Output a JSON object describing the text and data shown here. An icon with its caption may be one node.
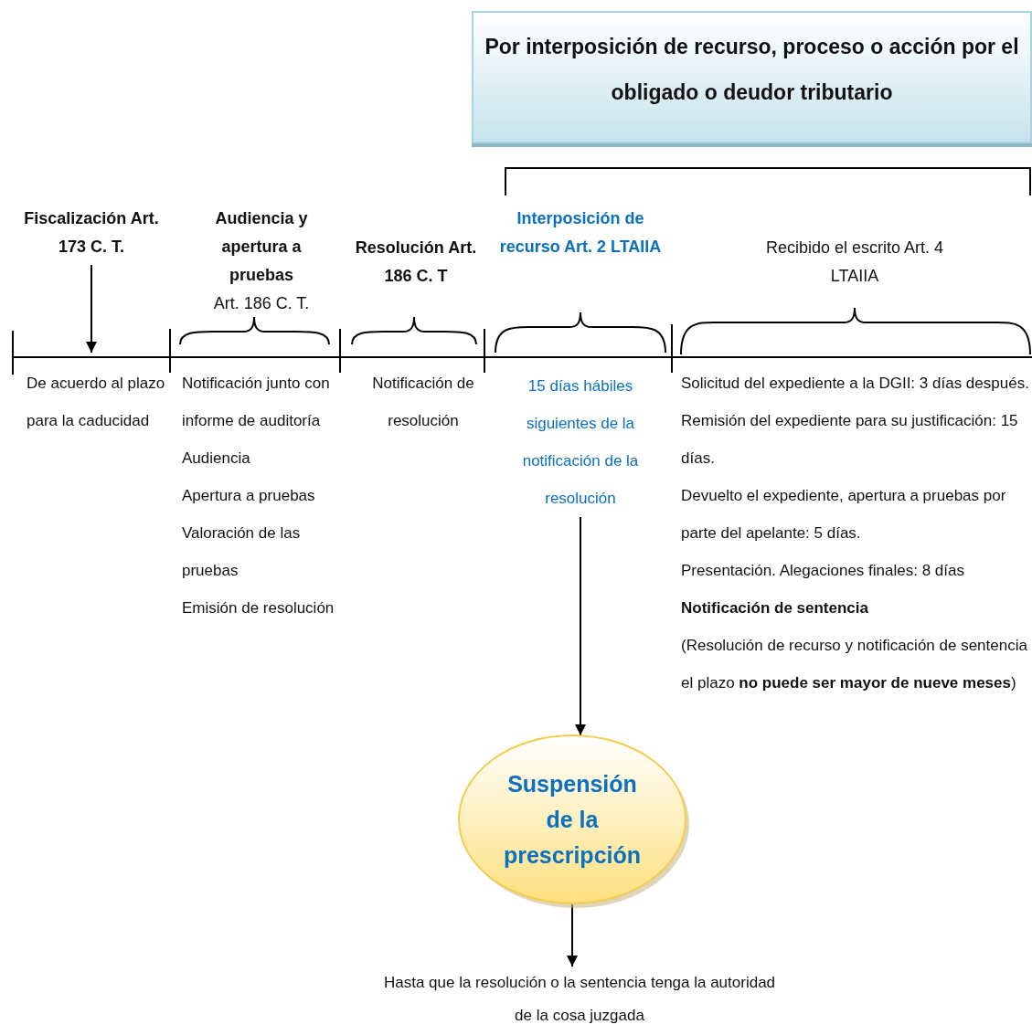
{
  "diagram": {
    "nodes": [
      {
        "text": [
          "Por interposición de recurso, proceso o acción por el obligado o deudor tributario"
        ]
      },
      {
        "text": [
          "Fiscalización Art. 173 C. T."
        ]
      },
      {
        "text": [
          "15 días hábiles siguientes de la notificación de la resolución"
        ]
      },
      {
        "text": [
          "Suspensión de la prescripción"
        ]
      },
      {
        "text": [
          "Hasta que la resolución o la sentencia tenga la autoridad de la cosa juzgada"
        ]
      }
    ],
    "edges": [
      {
        "from": 1,
        "to": null,
        "arrow": "to"
      },
      {
        "from": 2,
        "to": 3,
        "arrow": "to"
      },
      {
        "from": 3,
        "to": 4,
        "arrow": "to"
      }
    ],
    "labels": [
      "Audiencia y apertura a pruebas",
      "Art. 186 C. T.",
      "Resolución Art. 186 C. T",
      "Interposición de recurso Art. 2 LTAIIA",
      "Recibido el escrito Art. 4 LTAIIA",
      "De acuerdo al plazo para la caducidad",
      "Notificación junto con informe de auditoría",
      "Audiencia",
      "Apertura a pruebas",
      "Valoración de las pruebas",
      "Emisión de resolución",
      "Notificación de resolución",
      "Solicitud del expediente a la DGII: 3 días después.",
      "Remisión del expediente para su justificación: 15 días.",
      "Devuelto el expediente, apertura a pruebas por parte del apelante: 5 días.",
      "Presentación. Alegaciones finales: 8 días",
      "Notificación de sentencia",
      "(Resolución de recurso y notificación de sentencia el plazo **no puede ser mayor de nueve meses**)"
    ]
  }
}
